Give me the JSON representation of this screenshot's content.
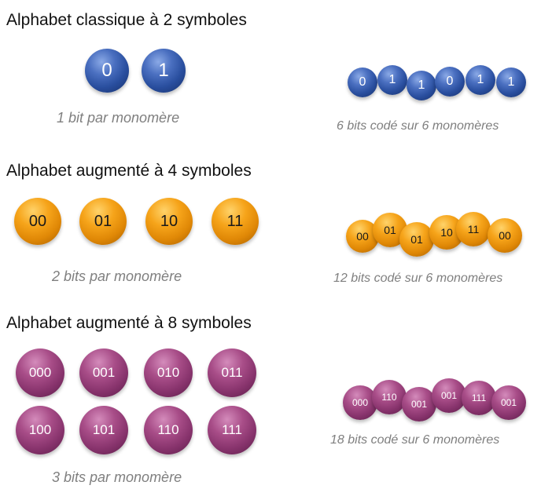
{
  "sections": [
    {
      "title": "Alphabet classique à 2 symboles",
      "color": "#2f53a3",
      "symbols": [
        "0",
        "1"
      ],
      "caption": "1 bit par monomère",
      "chain": [
        "0",
        "1",
        "1",
        "0",
        "1",
        "1"
      ],
      "chain_caption": "6 bits codé sur 6 monomères"
    },
    {
      "title": "Alphabet augmenté à 4 symboles",
      "color": "#f39a12",
      "symbols": [
        "00",
        "01",
        "10",
        "11"
      ],
      "caption": "2 bits par monomère",
      "chain": [
        "00",
        "01",
        "01",
        "10",
        "11",
        "00"
      ],
      "chain_caption": "12 bits codé sur 6 monomères"
    },
    {
      "title": "Alphabet augmenté à 8 symboles",
      "color": "#9a4279",
      "symbols": [
        "000",
        "001",
        "010",
        "011",
        "100",
        "101",
        "110",
        "111"
      ],
      "caption": "3 bits par monomère",
      "chain": [
        "000",
        "110",
        "001",
        "001",
        "111",
        "001"
      ],
      "chain_caption": "18 bits codé sur 6 monomères"
    }
  ]
}
